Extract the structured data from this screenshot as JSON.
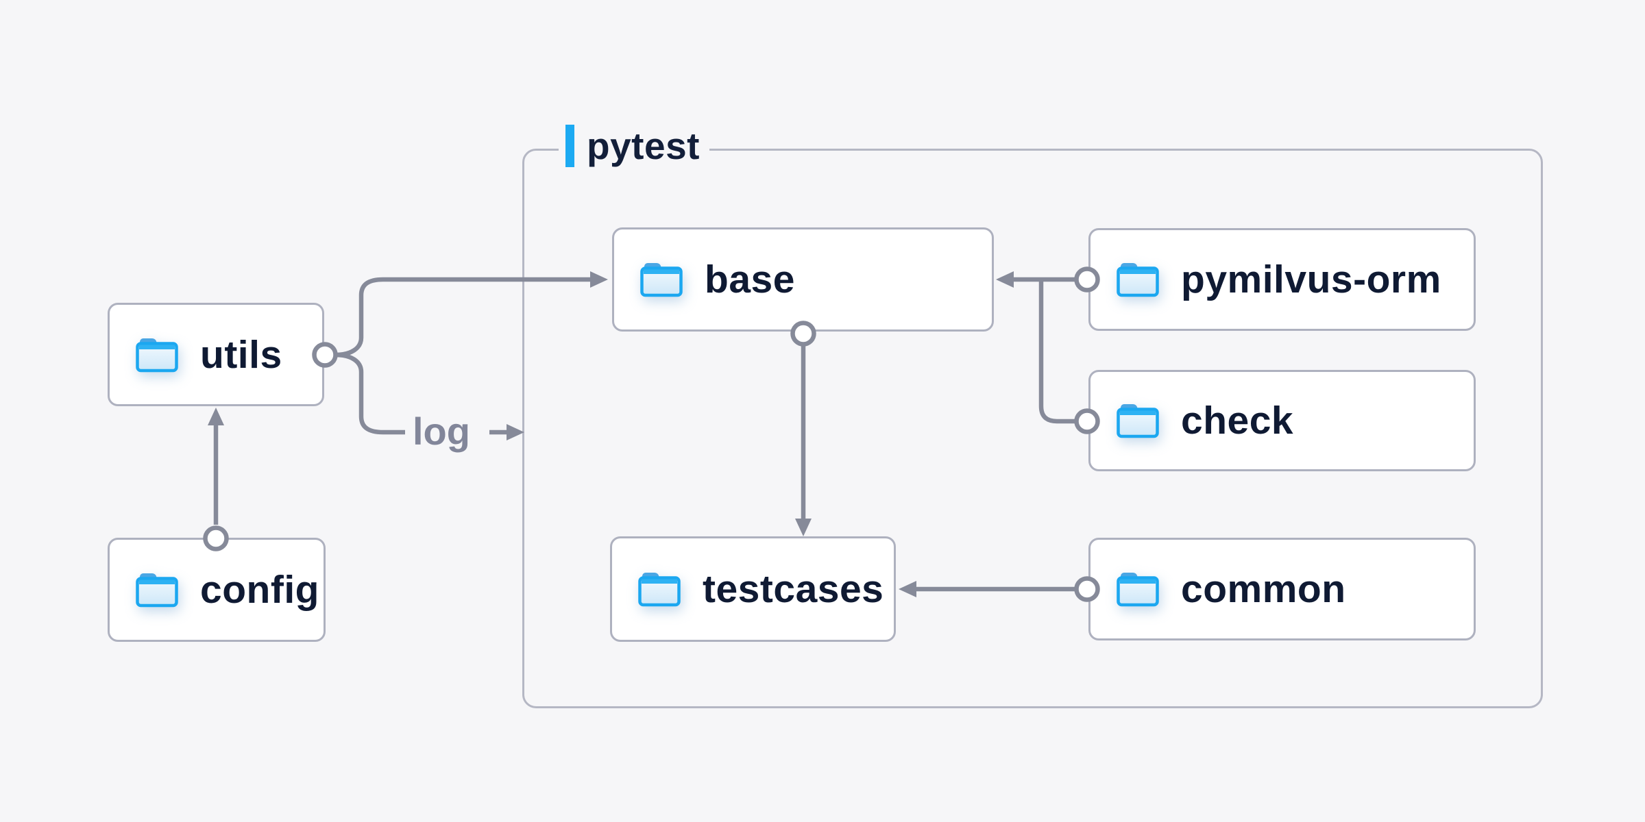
{
  "diagram": {
    "background_color": "#f6f6f8",
    "group": {
      "label": "pytest",
      "accent_color": "#1caaf2",
      "border_color": "#b5b7c4"
    },
    "nodes": [
      {
        "id": "utils",
        "label": "utils",
        "icon": "folder-icon"
      },
      {
        "id": "config",
        "label": "config",
        "icon": "folder-icon"
      },
      {
        "id": "base",
        "label": "base",
        "icon": "folder-icon",
        "group": "pytest"
      },
      {
        "id": "testcases",
        "label": "testcases",
        "icon": "folder-icon",
        "group": "pytest"
      },
      {
        "id": "pymilvus-orm",
        "label": "pymilvus-orm",
        "icon": "folder-icon"
      },
      {
        "id": "check",
        "label": "check",
        "icon": "folder-icon"
      },
      {
        "id": "common",
        "label": "common",
        "icon": "folder-icon"
      }
    ],
    "edges": [
      {
        "from": "config",
        "to": "utils"
      },
      {
        "from": "utils",
        "to": "base"
      },
      {
        "from": "utils",
        "to": "pytest",
        "label": "log"
      },
      {
        "from": "pymilvus-orm",
        "to": "base"
      },
      {
        "from": "check",
        "to": "base"
      },
      {
        "from": "base",
        "to": "testcases"
      },
      {
        "from": "common",
        "to": "testcases"
      }
    ],
    "edge_label": {
      "text": "log"
    },
    "colors": {
      "line": "#868a99",
      "node_text": "#0f1a33",
      "node_border": "#aeb1bf",
      "folder_blue": "#1ba7f0"
    }
  }
}
